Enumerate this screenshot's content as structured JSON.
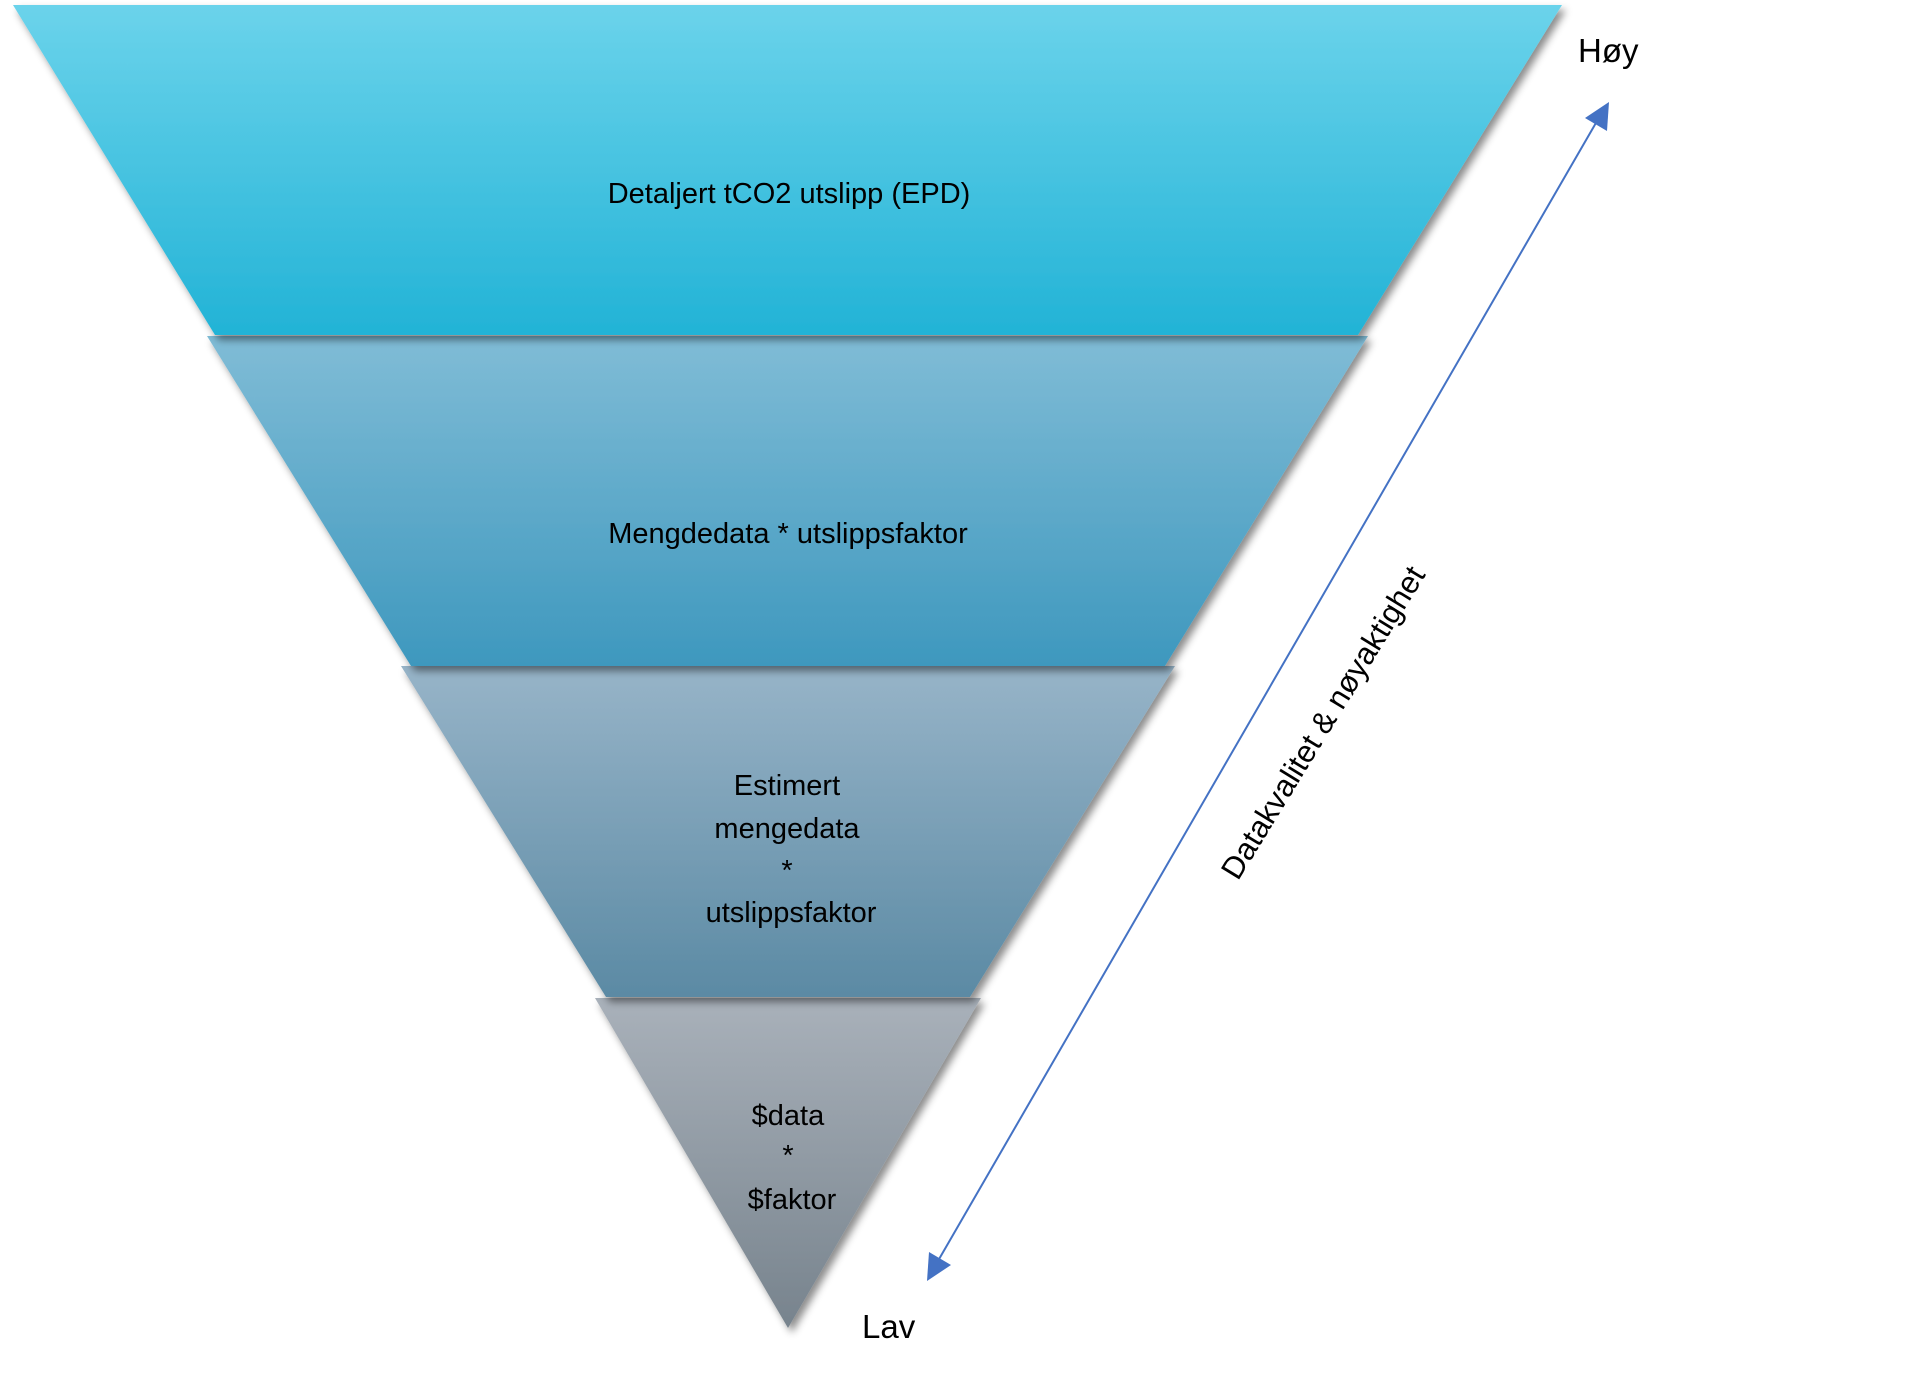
{
  "diagram": {
    "type": "inverted-pyramid",
    "levels": [
      {
        "lines": [
          "Detaljert tCO2 utslipp (EPD)"
        ],
        "color_top": "#6BD3EB",
        "color_bottom": "#22B3D6"
      },
      {
        "lines": [
          "Mengdedata * utslippsfaktor"
        ],
        "color_top": "#80BCD6",
        "color_bottom": "#3E98BE"
      },
      {
        "lines": [
          "Estimert",
          "mengedata",
          "*",
          "utslippsfaktor"
        ],
        "color_top": "#97B4C8",
        "color_bottom": "#5B8AA4"
      },
      {
        "lines": [
          "$data",
          "*",
          "$faktor"
        ],
        "color_top": "#A9B1BA",
        "color_bottom": "#77838D"
      }
    ],
    "axis": {
      "label": "Datakvalitet & nøyaktighet",
      "high_label": "Høy",
      "low_label": "Lav",
      "arrow_color": "#4472C4",
      "direction": "bidirectional"
    }
  }
}
